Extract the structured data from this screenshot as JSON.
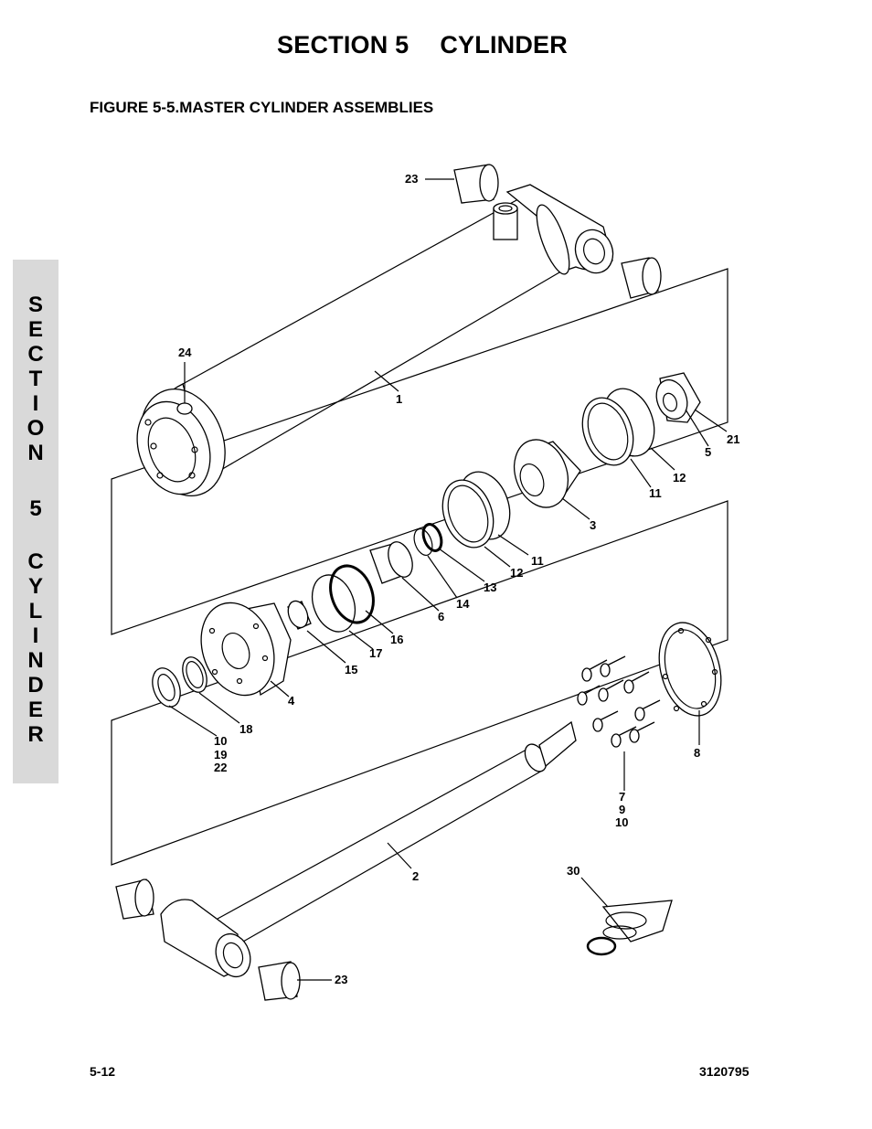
{
  "header": {
    "section_label": "SECTION 5",
    "section_name": "CYLINDER"
  },
  "figure_title": "FIGURE 5-5.MASTER CYLINDER ASSEMBLIES",
  "side_tab": {
    "letters": [
      "S",
      "E",
      "C",
      "T",
      "I",
      "O",
      "N",
      "",
      "5",
      "",
      "C",
      "Y",
      "L",
      "I",
      "N",
      "D",
      "E",
      "R"
    ]
  },
  "callouts": {
    "c1": "1",
    "c2": "2",
    "c3": "3",
    "c4": "4",
    "c5": "5",
    "c6": "6",
    "c7": "7",
    "c8": "8",
    "c9": "9",
    "c10": "10",
    "c11a": "11",
    "c11b": "11",
    "c12a": "12",
    "c12b": "12",
    "c13": "13",
    "c14": "14",
    "c15": "15",
    "c16": "16",
    "c17": "17",
    "c18": "18",
    "c19": "19",
    "c21": "21",
    "c22": "22",
    "c23a": "23",
    "c23b": "23",
    "c24": "24",
    "c10b": "10",
    "c30": "30"
  },
  "footer": {
    "page_number": "5-12",
    "doc_number": "3120795"
  }
}
